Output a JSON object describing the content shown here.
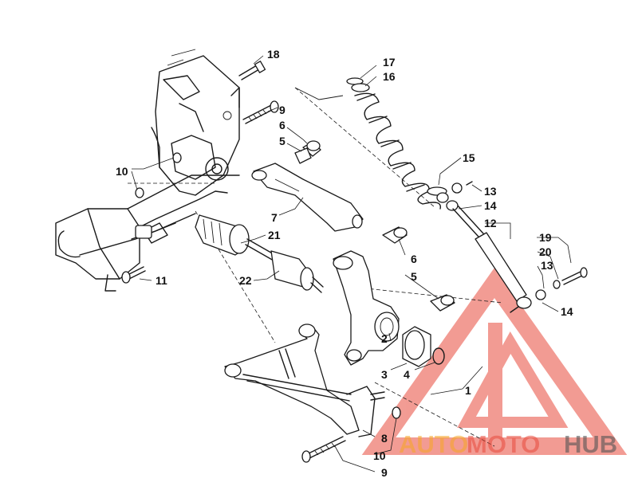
{
  "diagram": {
    "callouts": [
      {
        "id": "c1",
        "text": "1"
      },
      {
        "id": "c2",
        "text": "2"
      },
      {
        "id": "c3",
        "text": "3"
      },
      {
        "id": "c4",
        "text": "4"
      },
      {
        "id": "c5a",
        "text": "5"
      },
      {
        "id": "c5b",
        "text": "5"
      },
      {
        "id": "c6a",
        "text": "6"
      },
      {
        "id": "c6b",
        "text": "6"
      },
      {
        "id": "c7",
        "text": "7"
      },
      {
        "id": "c8",
        "text": "8"
      },
      {
        "id": "c9a",
        "text": "9"
      },
      {
        "id": "c9b",
        "text": "9"
      },
      {
        "id": "c10a",
        "text": "10"
      },
      {
        "id": "c10b",
        "text": "10"
      },
      {
        "id": "c11",
        "text": "11"
      },
      {
        "id": "c12",
        "text": "12"
      },
      {
        "id": "c13a",
        "text": "13"
      },
      {
        "id": "c13b",
        "text": "13"
      },
      {
        "id": "c14a",
        "text": "14"
      },
      {
        "id": "c14b",
        "text": "14"
      },
      {
        "id": "c15",
        "text": "15"
      },
      {
        "id": "c16",
        "text": "16"
      },
      {
        "id": "c17",
        "text": "17"
      },
      {
        "id": "c18",
        "text": "18"
      },
      {
        "id": "c19",
        "text": "19"
      },
      {
        "id": "c20",
        "text": "20"
      },
      {
        "id": "c21",
        "text": "21"
      },
      {
        "id": "c22",
        "text": "22"
      }
    ]
  },
  "watermark": {
    "part1": "AUTO",
    "part2": "MOTO",
    "part3": "HUB",
    "colors": {
      "auto": "#f6a623",
      "moto": "#e84b3c",
      "hub": "#555555"
    }
  }
}
